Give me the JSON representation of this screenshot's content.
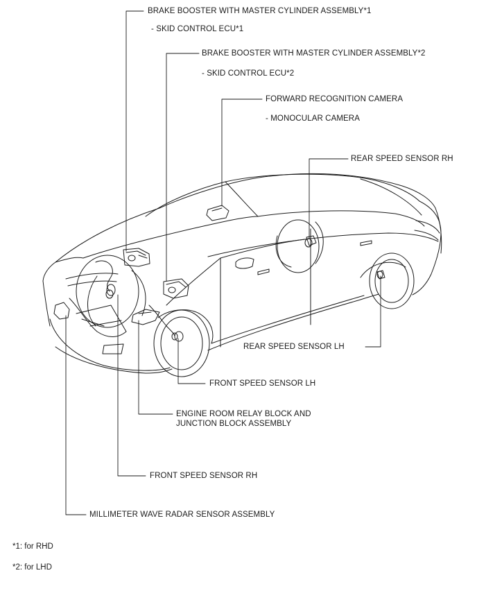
{
  "labels": {
    "brake_booster_1": "BRAKE BOOSTER WITH MASTER CYLINDER ASSEMBLY*1",
    "skid_ecu_1": "- SKID CONTROL ECU*1",
    "brake_booster_2": "BRAKE BOOSTER WITH MASTER CYLINDER ASSEMBLY*2",
    "skid_ecu_2": "- SKID CONTROL ECU*2",
    "forward_camera": "FORWARD RECOGNITION CAMERA",
    "monocular_camera": "- MONOCULAR CAMERA",
    "rear_sensor_rh": "REAR SPEED SENSOR RH",
    "rear_sensor_lh": "REAR SPEED SENSOR LH",
    "front_sensor_lh": "FRONT SPEED SENSOR LH",
    "relay_block_line1": "ENGINE ROOM RELAY BLOCK AND",
    "relay_block_line2": "JUNCTION BLOCK ASSEMBLY",
    "front_sensor_rh": "FRONT SPEED SENSOR RH",
    "radar_sensor": "MILLIMETER WAVE RADAR SENSOR ASSEMBLY"
  },
  "notes": {
    "note_1": "*1: for RHD",
    "note_2": "*2: for LHD"
  },
  "colors": {
    "line": "#1a1a1a",
    "background": "#ffffff"
  }
}
